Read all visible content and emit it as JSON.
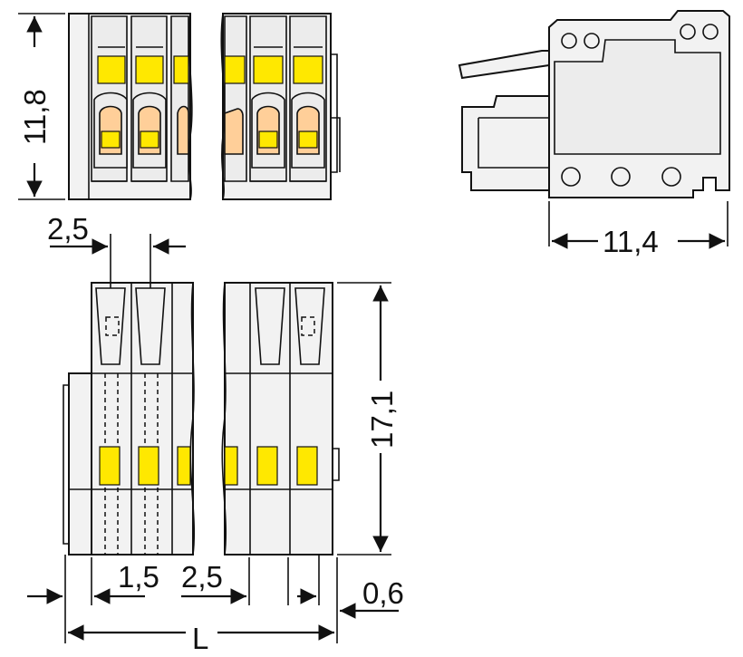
{
  "dimensions": {
    "top_height": "11,8",
    "side_width": "11,4",
    "pitch_top": "2,5",
    "height_front": "17,1",
    "offset_1": "1,5",
    "pitch_bottom": "2,5",
    "offset_right": "0,6",
    "length": "L"
  },
  "colors": {
    "housing": "#f2f2f2",
    "clamp_yellow": "#ffe800",
    "contact_orange": "#ffcf99",
    "outline": "#111111"
  }
}
